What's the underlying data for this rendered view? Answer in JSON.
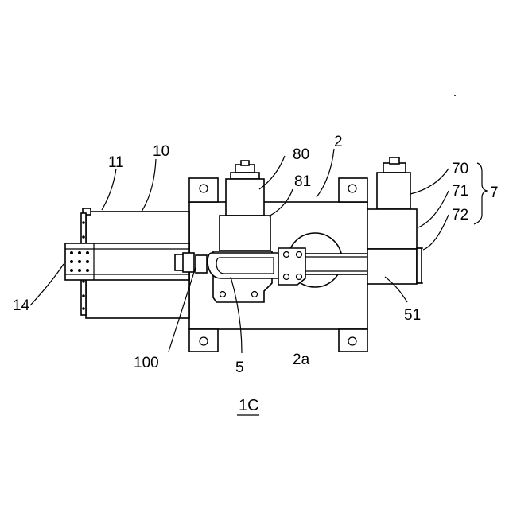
{
  "figure": {
    "caption": "1C",
    "labels": {
      "l_11": "11",
      "l_10": "10",
      "l_80": "80",
      "l_2": "2",
      "l_81": "81",
      "l_70": "70",
      "l_71": "71",
      "l_72": "72",
      "l_7": "7",
      "l_14": "14",
      "l_100": "100",
      "l_5": "5",
      "l_2a": "2a",
      "l_51": "51"
    }
  }
}
